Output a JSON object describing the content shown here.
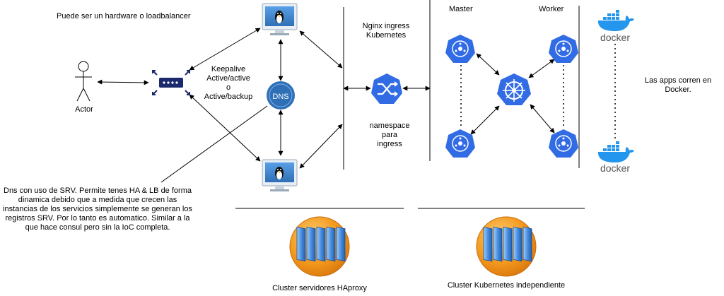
{
  "labels": {
    "hardware_note": "Puede ser un hardware o loadbalancer",
    "actor": "Actor",
    "keepalive_line1": "Keepalive",
    "keepalive_line2": "Active/active",
    "keepalive_line3": "o",
    "keepalive_line4": "Active/backup",
    "dns_icon_text": "DNS",
    "nginx_line1": "Nginx ingress",
    "nginx_line2": "Kubernetes",
    "namespace_line1": "namespace",
    "namespace_line2": "para",
    "namespace_line3": "ingress",
    "master": "Master",
    "worker": "Worker",
    "docker_top": "docker",
    "docker_bottom": "docker",
    "apps_line1": "Las apps corren en",
    "apps_line2": "Docker.",
    "dns_note": "Dns con uso de SRV. Permite tenes HA & LB de forma dinamica debido que a medida que crecen las instancias de los servicios simplemente se generan los registros SRV. Por lo tanto es automatico. Similar a la que hace consul pero sin la IoC completa.",
    "cluster_haproxy": "Cluster servidores HAproxy",
    "cluster_k8s": "Cluster Kubernetes independiente"
  },
  "colors": {
    "k8s_blue": "#326ce5",
    "linux_blue": "#2f6fb6",
    "router_navy": "#1a2a6c",
    "docker_blue": "#2496ed",
    "cluster_orange": "#f39a1e",
    "line": "#000000"
  },
  "icons": {
    "actor": "person-icon",
    "router": "router-icon",
    "dns": "dns-icon",
    "server": "linux-server-icon",
    "ingress": "shuffle-ingress-icon",
    "k8s_node": "kubernetes-node-icon",
    "k8s_master": "kubernetes-helm-icon",
    "docker": "docker-whale-icon",
    "cluster": "server-cluster-icon"
  }
}
